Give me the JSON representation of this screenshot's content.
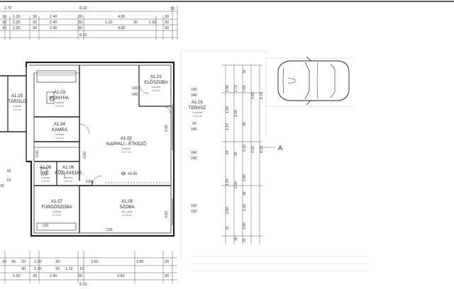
{
  "plan": {
    "axis_marker": "A",
    "rooms": [
      {
        "id": "A1.01",
        "name": "ELŐSZOBA",
        "area": "2.38 m²",
        "floor": "burkolat"
      },
      {
        "id": "A1.01",
        "name": "TERASZ",
        "area": "17.00 m²",
        "floor": "1 burkolat"
      },
      {
        "id": "A1.02",
        "name": "NAPPALI - ÉTKEZŐ",
        "area": "22.17 m²",
        "floor": "laminált"
      },
      {
        "id": "A1.03",
        "name": "KONYHA",
        "area": "5.25 m²",
        "floor": "burkolat"
      },
      {
        "id": "A1.04",
        "name": "KAMRA",
        "area": "3.60 m²",
        "floor": "burkolat"
      },
      {
        "id": "A1.05",
        "name": "SZOBA",
        "area": "11.52 m²",
        "floor": "lam. padló"
      },
      {
        "id": "A1.06",
        "name": "KÖZLEKEDŐ",
        "area": "2.00 m²",
        "floor": "burkolat"
      },
      {
        "id": "A1.07",
        "name": "FÜRDŐSZOBA",
        "area": "5.70 m²",
        "floor": "burkolat"
      },
      {
        "id": "A1.08",
        "name": "WC",
        "area": "1.62 m²",
        "floor": "burkolat"
      },
      {
        "id": "A1.15",
        "name": "TÁROLÓ",
        "area": "2.64 m²",
        "floor": "burkolat"
      }
    ],
    "level_mark": "±0.00",
    "top_dims": {
      "row1": [
        "2.70",
        "8.10",
        "10"
      ],
      "row2": [
        "10",
        "1.20",
        "30",
        "2.40",
        "30",
        "4.80",
        "30"
      ],
      "row3": [
        "10",
        "1.20",
        "30",
        "2.40",
        "30",
        "1.10",
        "30",
        "1.60",
        "30"
      ],
      "row4": [
        "10",
        "1.20",
        "30",
        "2.40",
        "30",
        "4.80",
        "30"
      ],
      "row5": [
        "8.10"
      ]
    },
    "bottom_dims": {
      "row1": [
        "30",
        "90",
        "20",
        "1.20",
        "30",
        "3.60",
        "3.80",
        "20"
      ],
      "row2": [
        "30",
        "1.20",
        "30",
        "1.10",
        "10"
      ],
      "row3": [
        "1.20",
        "30",
        "2.40",
        "30",
        "3.60",
        "30"
      ],
      "row4": [
        "8.10"
      ]
    },
    "interior_dims": [
      "100",
      "240",
      "100",
      "240",
      "90",
      "240",
      "240",
      "240",
      "150",
      "150",
      "60",
      "60",
      "30",
      "210",
      "210",
      "210",
      "0.90",
      "0.80",
      "0.80",
      "0.80"
    ],
    "right_dims": {
      "col1": [
        "1.90",
        "1.00",
        "1.10",
        "2.70",
        "1.00",
        "60",
        "30",
        "1.00",
        "2.00",
        "1.50",
        "75",
        "30"
      ],
      "col2": [
        "30",
        "7.65",
        "30",
        "1.20",
        "2.90",
        "30",
        "1.20",
        "3.90",
        "30"
      ],
      "col3": [
        "4.80",
        "4.50",
        "8.20",
        "8.70"
      ]
    }
  },
  "colors": {
    "line": "#222222",
    "paper": "#ffffff",
    "dimline": "#555555"
  }
}
